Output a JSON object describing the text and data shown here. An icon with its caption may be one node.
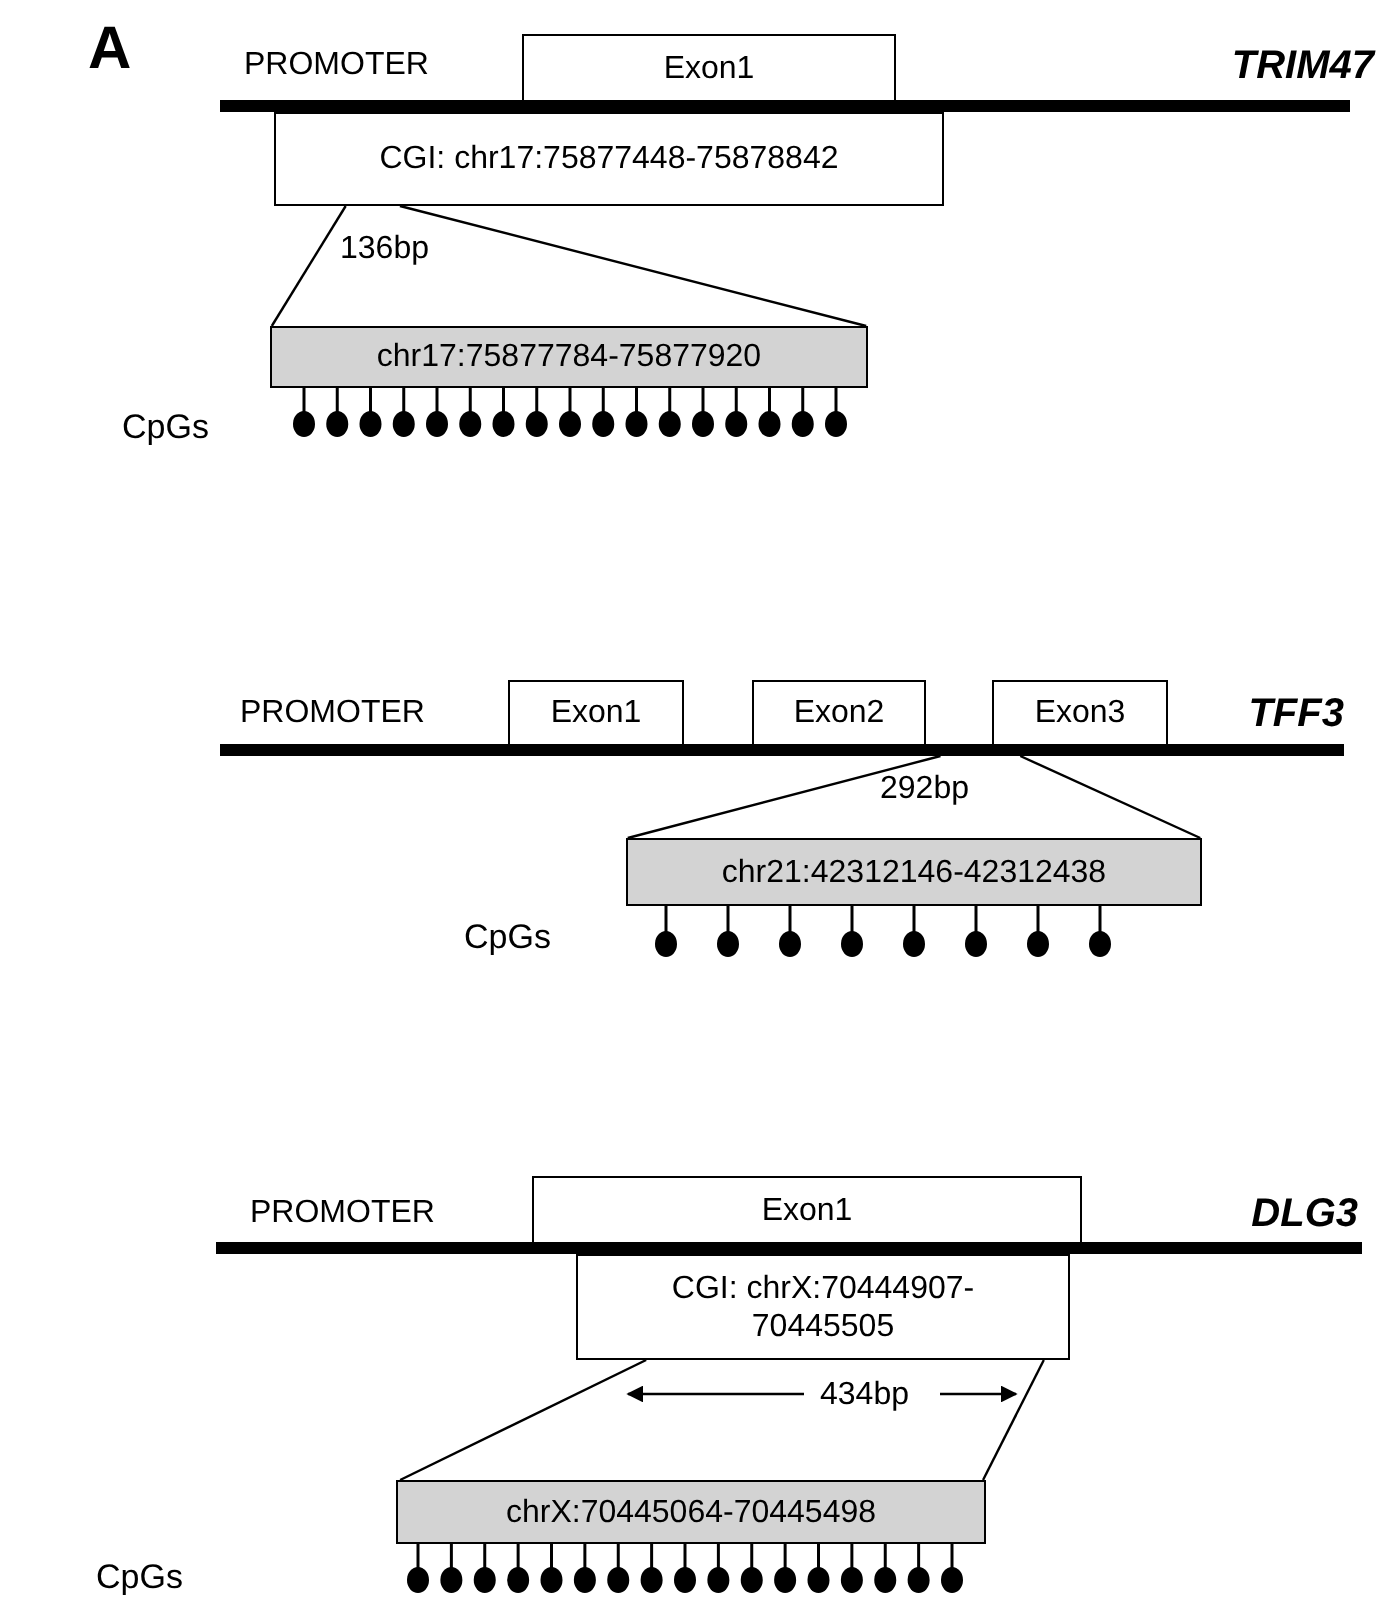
{
  "diagram": {
    "nodes": [
      {
        "text": [],
        "shape": "bar",
        "beside": [
          "PROMOTER",
          "TRIM47"
        ]
      },
      {
        "text": [
          "Exon1"
        ]
      },
      {
        "text": [
          "CGI: chr17:75877448-75878842"
        ]
      },
      {
        "text": [
          "chr17:75877784-75877920"
        ]
      },
      {
        "text": [],
        "shape": "bar",
        "beside": [
          "PROMOTER",
          "TFF3"
        ]
      },
      {
        "text": [
          "Exon1"
        ]
      },
      {
        "text": [
          "Exon2"
        ]
      },
      {
        "text": [
          "Exon3"
        ]
      },
      {
        "text": [
          "chr21:42312146-42312438"
        ]
      },
      {
        "text": [],
        "shape": "bar",
        "beside": [
          "PROMOTER",
          "DLG3"
        ]
      },
      {
        "text": [
          "Exon1"
        ]
      },
      {
        "text": [
          "CGI: chrX:70444907- 70445505"
        ]
      },
      {
        "text": [
          "chrX:70445064-70445498"
        ]
      }
    ],
    "edges": [
      {
        "from": 2,
        "to": 3,
        "arrow": "none"
      },
      {
        "from": 2,
        "to": 3,
        "arrow": "none"
      },
      {
        "from": 4,
        "to": 8,
        "arrow": "none"
      },
      {
        "from": 4,
        "to": 8,
        "arrow": "none"
      },
      {
        "from": 11,
        "to": 12,
        "arrow": "none"
      },
      {
        "from": 11,
        "to": 12,
        "arrow": "none"
      }
    ],
    "labels": [
      "A",
      "136bp",
      "CpGs",
      "292bp",
      "CpGs",
      "434bp",
      "CpGs"
    ]
  }
}
